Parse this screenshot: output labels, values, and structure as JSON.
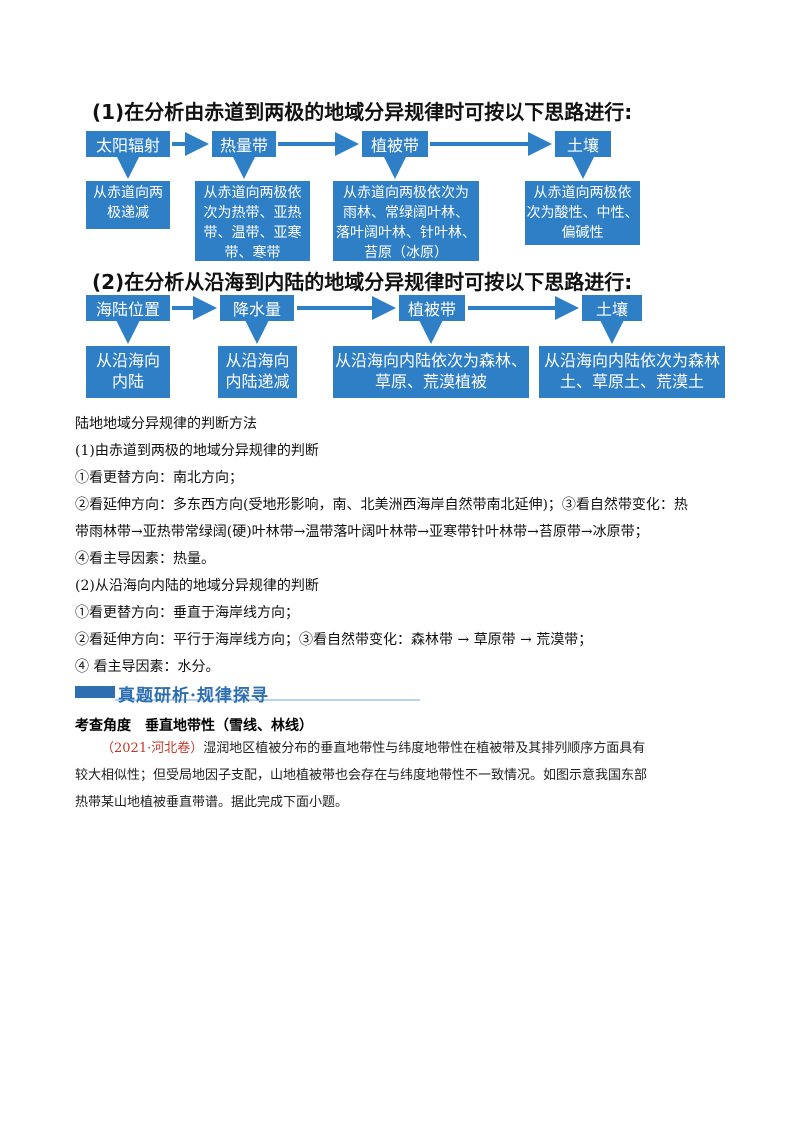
{
  "diagram1": {
    "heading": "(1)在分析由赤道到两极的地域分异规律时可按以下思路进行:",
    "top": [
      "太阳辐射",
      "热量带",
      "植被带",
      "土壤"
    ],
    "bottom": [
      [
        "从赤道向两",
        "极递减"
      ],
      [
        "从赤道向两极依",
        "次为热带、亚热",
        "带、温带、亚寒",
        "带、寒带"
      ],
      [
        "从赤道向两极依次为",
        "雨林、常绿阔叶林、",
        "落叶阔叶林、针叶林、",
        "苔原（冰原）"
      ],
      [
        "从赤道向两极依",
        "次为酸性、中性、",
        "偏碱性"
      ]
    ]
  },
  "diagram2": {
    "heading": "(2)在分析从沿海到内陆的地域分异规律时可按以下思路进行:",
    "top": [
      "海陆位置",
      "降水量",
      "植被带",
      "土壤"
    ],
    "bottom": [
      [
        "从沿海向",
        "内陆"
      ],
      [
        "从沿海向",
        "内陆递减"
      ],
      [
        "从沿海向内陆依次为森林、",
        "草原、荒漠植被"
      ],
      [
        "从沿海向内陆依次为森林",
        "土、草原土、荒漠土"
      ]
    ]
  },
  "text": {
    "l1": "陆地地域分异规律的判断方法",
    "l2": "(1)由赤道到两极的地域分异规律的判断",
    "l3": "①看更替方向：南北方向；",
    "l4": "②看延伸方向：多东西方向(受地形影响，南、北美洲西海岸自然带南北延伸)；③看自然带变化：热",
    "l5": "带雨林带→亚热带常绿阔(硬)叶林带→温带落叶阔叶林带→亚寒带针叶林带→苔原带→冰原带；",
    "l6": "④看主导因素：热量。",
    "l7": "(2)从沿海向内陆的地域分异规律的判断",
    "l8": "①看更替方向：垂直于海岸线方向；",
    "l9": "②看延伸方向：平行于海岸线方向；③看自然带变化：森林带 → 草原带 → 荒漠带；",
    "l10": "④ 看主导因素：水分。"
  },
  "banner": {
    "title": "真题研析·规律探寻"
  },
  "section": {
    "title": "考查角度　垂直地带性（雪线、林线）",
    "source": "（2021·河北卷）",
    "p1": "湿润地区植被分布的垂直地带性与纬度地带性在植被带及其排列顺序方面具有",
    "p2": "较大相似性；但受局地因子支配，山地植被带也会存在与纬度地带性不一致情况。如图示意我国东部",
    "p3": "热带某山地植被垂直带谱。据此完成下面小题。"
  },
  "colors": {
    "box": "#2f7fc7",
    "banner": "#2d6fb0",
    "source": "#c0392b"
  }
}
